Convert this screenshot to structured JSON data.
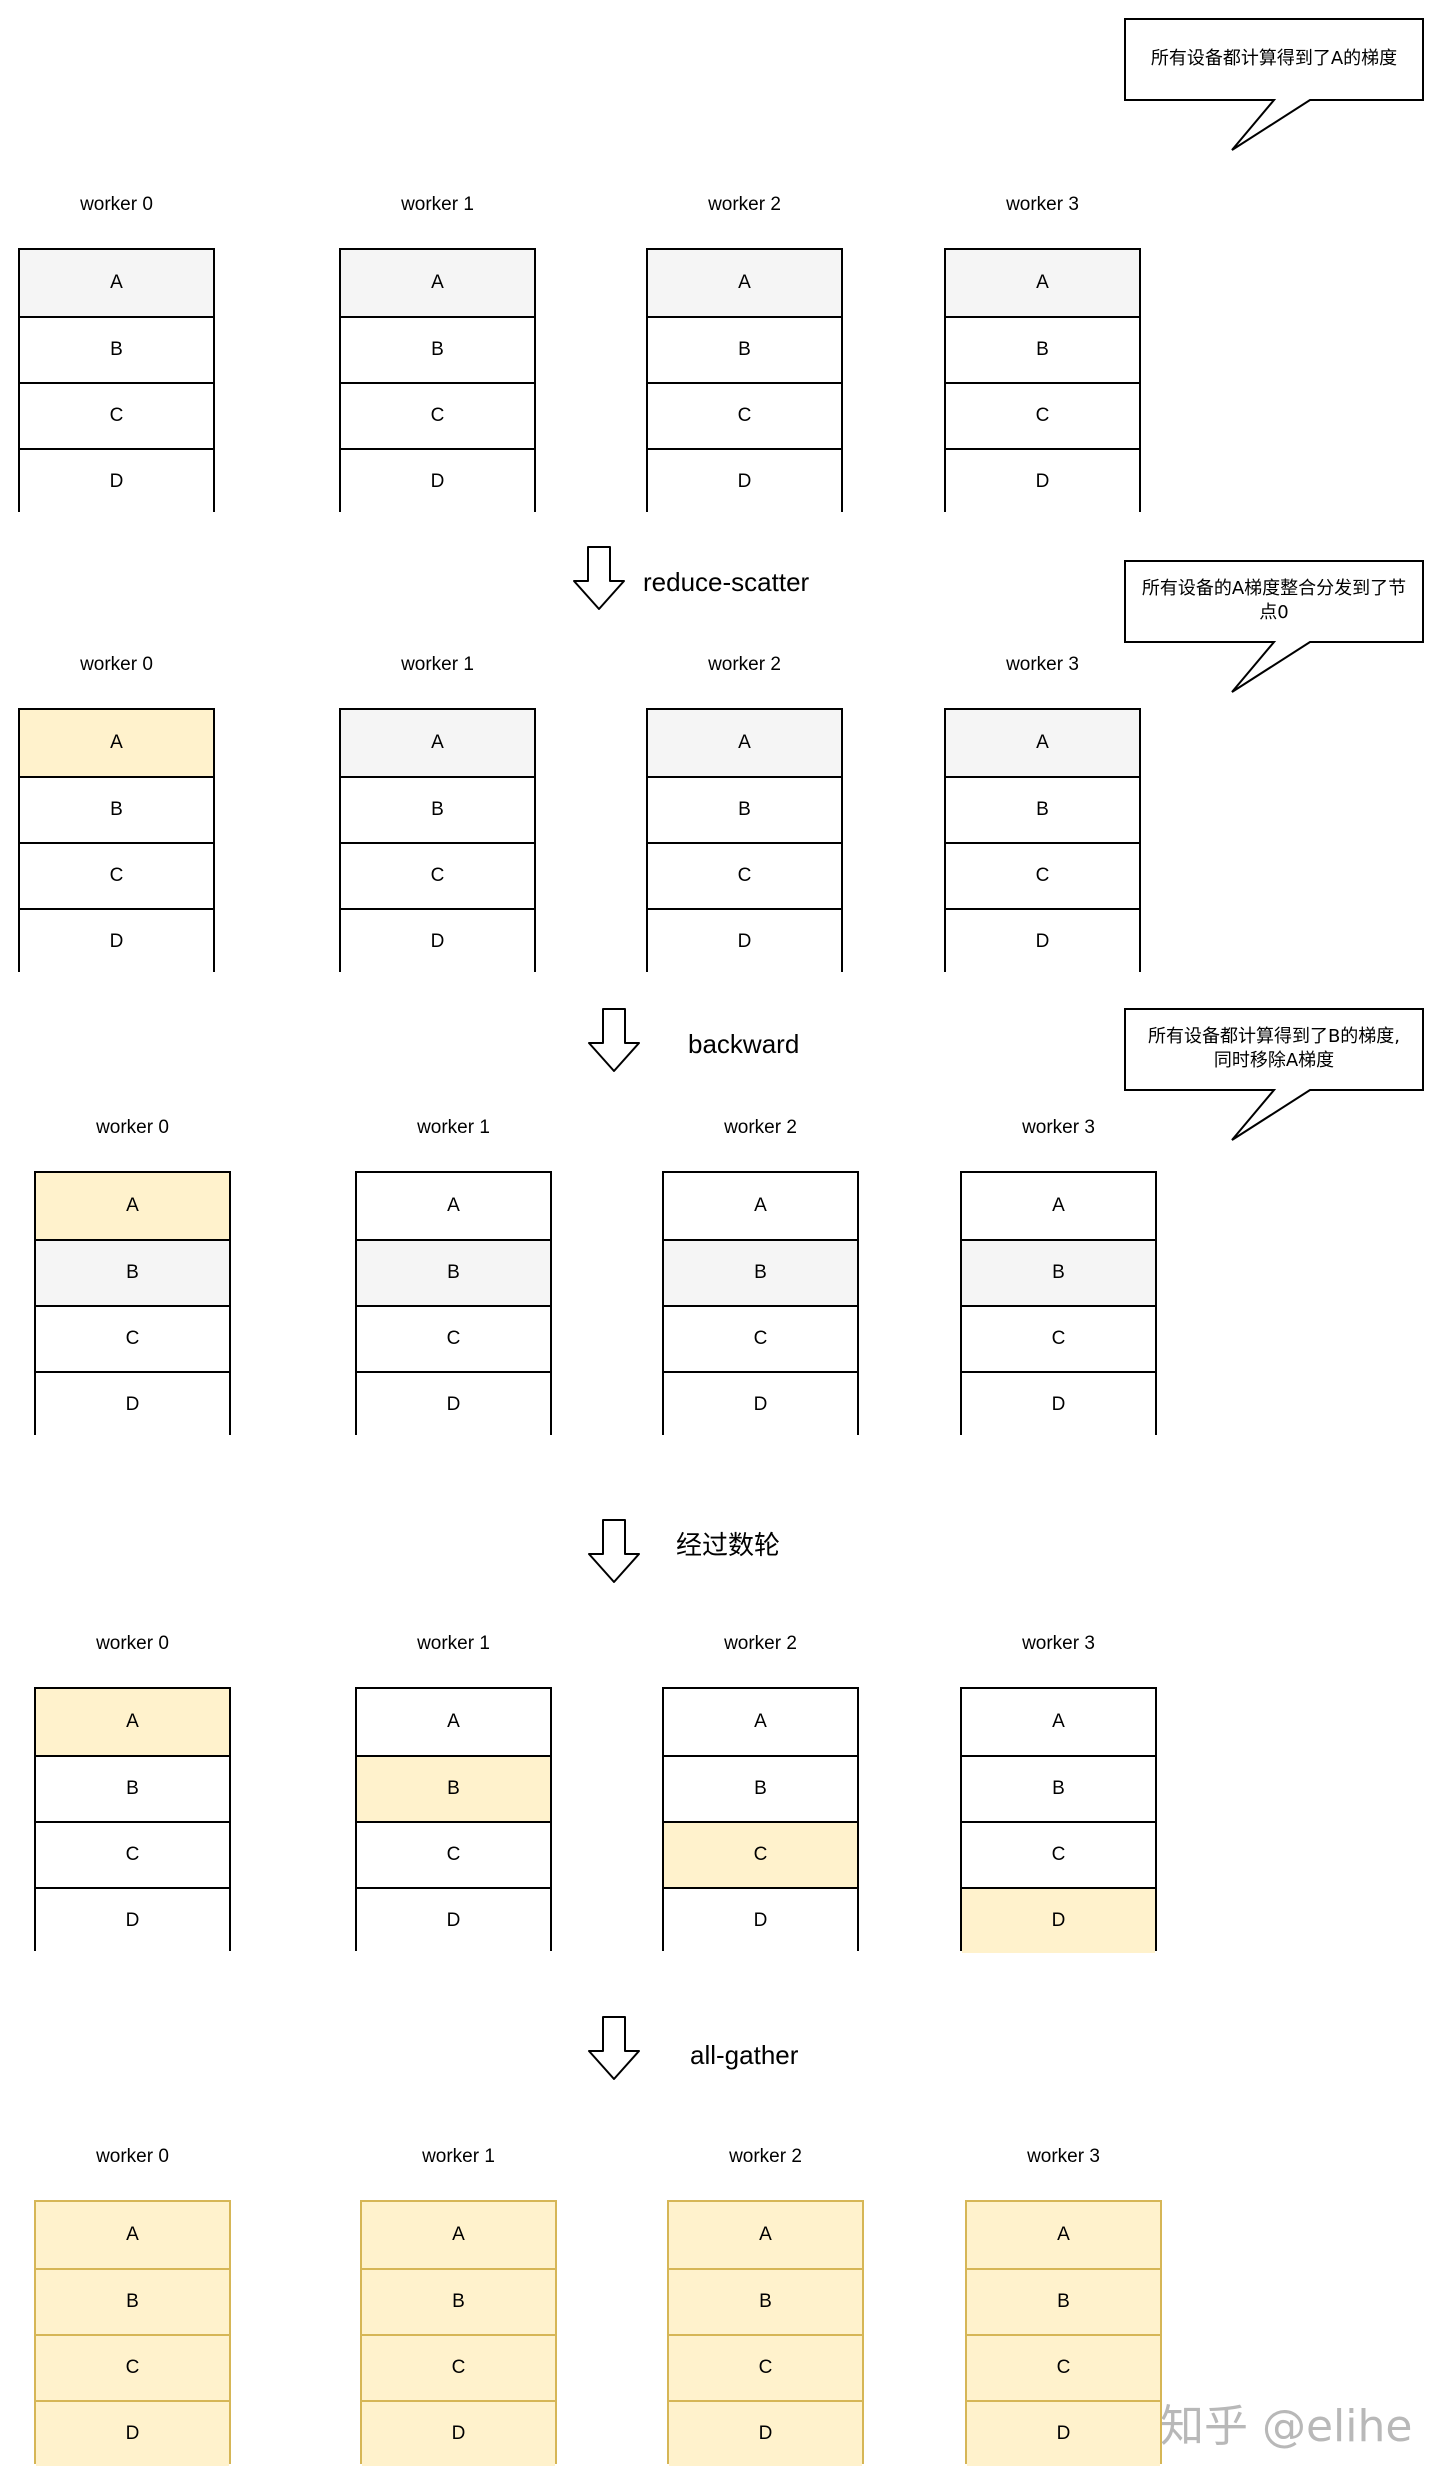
{
  "rows": [
    {
      "workers": [
        {
          "label": "worker 0",
          "cells": [
            {
              "text": "A",
              "fill": "gray"
            },
            {
              "text": "B",
              "fill": "white"
            },
            {
              "text": "C",
              "fill": "white"
            },
            {
              "text": "D",
              "fill": "white"
            }
          ]
        },
        {
          "label": "worker 1",
          "cells": [
            {
              "text": "A",
              "fill": "gray"
            },
            {
              "text": "B",
              "fill": "white"
            },
            {
              "text": "C",
              "fill": "white"
            },
            {
              "text": "D",
              "fill": "white"
            }
          ]
        },
        {
          "label": "worker 2",
          "cells": [
            {
              "text": "A",
              "fill": "gray"
            },
            {
              "text": "B",
              "fill": "white"
            },
            {
              "text": "C",
              "fill": "white"
            },
            {
              "text": "D",
              "fill": "white"
            }
          ]
        },
        {
          "label": "worker 3",
          "cells": [
            {
              "text": "A",
              "fill": "gray"
            },
            {
              "text": "B",
              "fill": "white"
            },
            {
              "text": "C",
              "fill": "white"
            },
            {
              "text": "D",
              "fill": "white"
            }
          ]
        }
      ]
    },
    {
      "workers": [
        {
          "label": "worker 0",
          "cells": [
            {
              "text": "A",
              "fill": "gold"
            },
            {
              "text": "B",
              "fill": "white"
            },
            {
              "text": "C",
              "fill": "white"
            },
            {
              "text": "D",
              "fill": "white"
            }
          ]
        },
        {
          "label": "worker 1",
          "cells": [
            {
              "text": "A",
              "fill": "gray"
            },
            {
              "text": "B",
              "fill": "white"
            },
            {
              "text": "C",
              "fill": "white"
            },
            {
              "text": "D",
              "fill": "white"
            }
          ]
        },
        {
          "label": "worker 2",
          "cells": [
            {
              "text": "A",
              "fill": "gray"
            },
            {
              "text": "B",
              "fill": "white"
            },
            {
              "text": "C",
              "fill": "white"
            },
            {
              "text": "D",
              "fill": "white"
            }
          ]
        },
        {
          "label": "worker 3",
          "cells": [
            {
              "text": "A",
              "fill": "gray"
            },
            {
              "text": "B",
              "fill": "white"
            },
            {
              "text": "C",
              "fill": "white"
            },
            {
              "text": "D",
              "fill": "white"
            }
          ]
        }
      ]
    },
    {
      "workers": [
        {
          "label": "worker 0",
          "cells": [
            {
              "text": "A",
              "fill": "gold"
            },
            {
              "text": "B",
              "fill": "gray"
            },
            {
              "text": "C",
              "fill": "white"
            },
            {
              "text": "D",
              "fill": "white"
            }
          ]
        },
        {
          "label": "worker 1",
          "cells": [
            {
              "text": "A",
              "fill": "white"
            },
            {
              "text": "B",
              "fill": "gray"
            },
            {
              "text": "C",
              "fill": "white"
            },
            {
              "text": "D",
              "fill": "white"
            }
          ]
        },
        {
          "label": "worker 2",
          "cells": [
            {
              "text": "A",
              "fill": "white"
            },
            {
              "text": "B",
              "fill": "gray"
            },
            {
              "text": "C",
              "fill": "white"
            },
            {
              "text": "D",
              "fill": "white"
            }
          ]
        },
        {
          "label": "worker 3",
          "cells": [
            {
              "text": "A",
              "fill": "white"
            },
            {
              "text": "B",
              "fill": "gray"
            },
            {
              "text": "C",
              "fill": "white"
            },
            {
              "text": "D",
              "fill": "white"
            }
          ]
        }
      ]
    },
    {
      "workers": [
        {
          "label": "worker 0",
          "cells": [
            {
              "text": "A",
              "fill": "gold"
            },
            {
              "text": "B",
              "fill": "white"
            },
            {
              "text": "C",
              "fill": "white"
            },
            {
              "text": "D",
              "fill": "white"
            }
          ]
        },
        {
          "label": "worker 1",
          "cells": [
            {
              "text": "A",
              "fill": "white"
            },
            {
              "text": "B",
              "fill": "gold"
            },
            {
              "text": "C",
              "fill": "white"
            },
            {
              "text": "D",
              "fill": "white"
            }
          ]
        },
        {
          "label": "worker 2",
          "cells": [
            {
              "text": "A",
              "fill": "white"
            },
            {
              "text": "B",
              "fill": "white"
            },
            {
              "text": "C",
              "fill": "gold"
            },
            {
              "text": "D",
              "fill": "white"
            }
          ]
        },
        {
          "label": "worker 3",
          "cells": [
            {
              "text": "A",
              "fill": "white"
            },
            {
              "text": "B",
              "fill": "white"
            },
            {
              "text": "C",
              "fill": "white"
            },
            {
              "text": "D",
              "fill": "gold"
            }
          ]
        }
      ]
    },
    {
      "workers": [
        {
          "label": "worker 0",
          "border": "gold",
          "cells": [
            {
              "text": "A",
              "fill": "gold"
            },
            {
              "text": "B",
              "fill": "gold"
            },
            {
              "text": "C",
              "fill": "gold"
            },
            {
              "text": "D",
              "fill": "gold"
            }
          ]
        },
        {
          "label": "worker 1",
          "border": "gold",
          "cells": [
            {
              "text": "A",
              "fill": "gold"
            },
            {
              "text": "B",
              "fill": "gold"
            },
            {
              "text": "C",
              "fill": "gold"
            },
            {
              "text": "D",
              "fill": "gold"
            }
          ]
        },
        {
          "label": "worker 2",
          "border": "gold",
          "cells": [
            {
              "text": "A",
              "fill": "gold"
            },
            {
              "text": "B",
              "fill": "gold"
            },
            {
              "text": "C",
              "fill": "gold"
            },
            {
              "text": "D",
              "fill": "gold"
            }
          ]
        },
        {
          "label": "worker 3",
          "border": "gold",
          "cells": [
            {
              "text": "A",
              "fill": "gold"
            },
            {
              "text": "B",
              "fill": "gold"
            },
            {
              "text": "C",
              "fill": "gold"
            },
            {
              "text": "D",
              "fill": "gold"
            }
          ]
        }
      ]
    }
  ],
  "steps": [
    {
      "label": "reduce-scatter"
    },
    {
      "label": "backward"
    },
    {
      "label": "经过数轮"
    },
    {
      "label": "all-gather"
    }
  ],
  "callouts": [
    {
      "lines": [
        "所有设备都计算得到了A的梯度"
      ]
    },
    {
      "lines": [
        "所有设备的A梯度整合分发到了节",
        "点0"
      ]
    },
    {
      "lines": [
        "所有设备都计算得到了B的梯度,",
        "同时移除A梯度"
      ]
    }
  ],
  "watermark": "知乎 @elihe",
  "colors": {
    "white": "#ffffff",
    "gray": "#f5f5f5",
    "gold": "#fff2cc",
    "gold_border": "#d6b656",
    "stroke": "#000000"
  }
}
